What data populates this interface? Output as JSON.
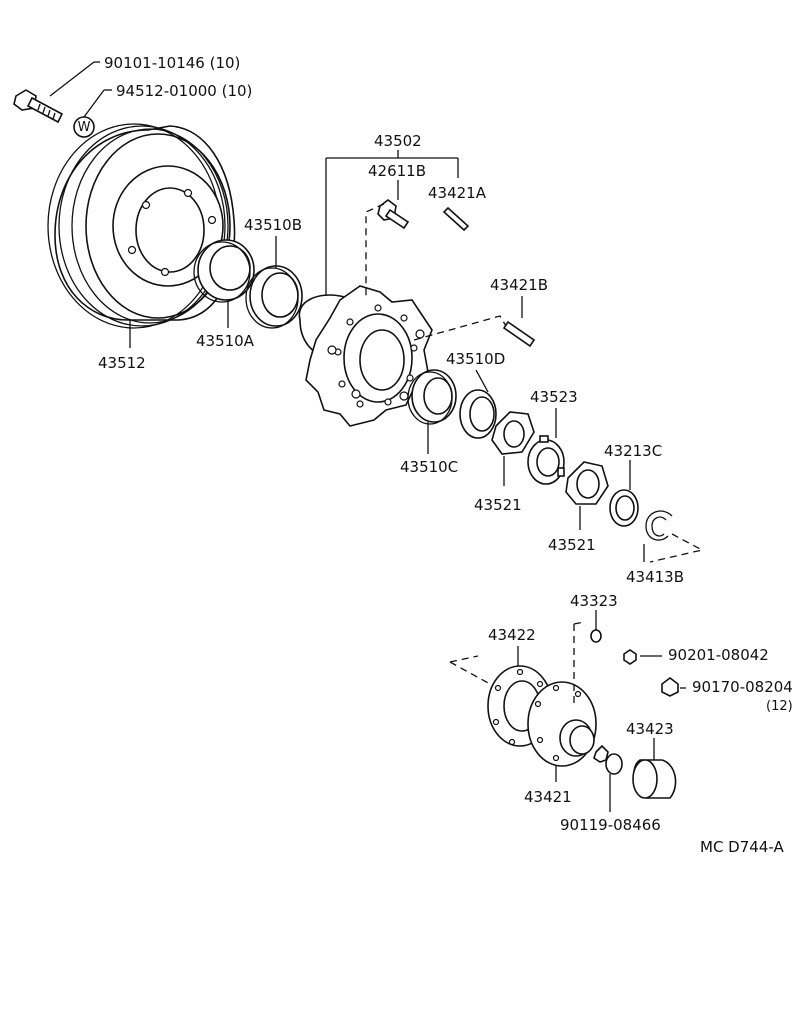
{
  "parts": {
    "p1": "90101-10146 (10)",
    "p2": "94512-01000 (10)",
    "p3": "43512",
    "p4": "43510B",
    "p5": "43510A",
    "p6": "43502",
    "p7": "42611B",
    "p8": "43421A",
    "p9": "43421B",
    "p10": "43510D",
    "p11": "43510C",
    "p12": "43523",
    "p13": "43521",
    "p14": "43213C",
    "p15": "43521",
    "p16": "43413B",
    "p17": "43323",
    "p18": "43422",
    "p19": "90201-08042",
    "p20": "90170-08204",
    "p21": "(12)",
    "p22": "43423",
    "p23": "43421",
    "p24": "90119-08466"
  },
  "washer_mark": "W",
  "diagram_code": "MC  D744-A"
}
